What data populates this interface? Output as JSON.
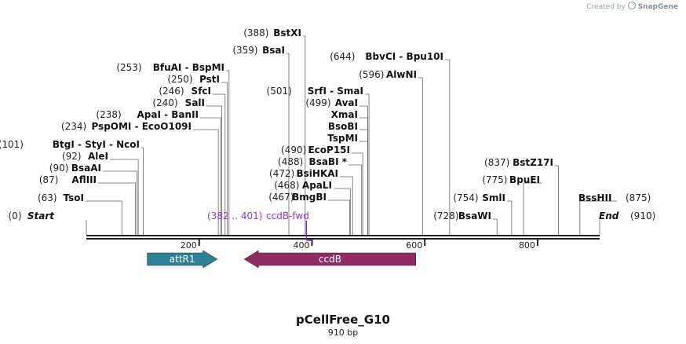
{
  "credit": {
    "prefix": "Created by",
    "brand": "SnapGene"
  },
  "title": "pCellFree_G10",
  "length_label": "910 bp",
  "sequence_length": 910,
  "colors": {
    "backbone": "#222222",
    "leader": "#666666",
    "feature_label": "#9a2fd1",
    "attR1": "#2f7f95",
    "ccdB": "#8f2c63",
    "primer": "#7a2fc4"
  },
  "ticks": [
    {
      "value": 200,
      "label": "200"
    },
    {
      "value": 400,
      "label": "400"
    },
    {
      "value": 600,
      "label": "600"
    },
    {
      "value": 800,
      "label": "800"
    }
  ],
  "sites": [
    {
      "pos": "(0)",
      "name": "Start",
      "at": 0,
      "italic": true
    },
    {
      "pos": "(63)",
      "name": "TsoI",
      "at": 63
    },
    {
      "pos": "(87)",
      "name": "AflIII",
      "at": 87
    },
    {
      "pos": "(90)",
      "name": "BsaAI",
      "at": 90
    },
    {
      "pos": "(92)",
      "name": "AleI",
      "at": 92
    },
    {
      "pos": "(101)",
      "name": "BtgI  - StyI  - NcoI",
      "at": 101
    },
    {
      "pos": "(234)",
      "name": "PspOMI  - EcoO109I",
      "at": 234
    },
    {
      "pos": "(238)",
      "name": "ApaI  - BanII",
      "at": 238
    },
    {
      "pos": "(240)",
      "name": "SalI",
      "at": 240
    },
    {
      "pos": "(246)",
      "name": "SfcI",
      "at": 246
    },
    {
      "pos": "(250)",
      "name": "PstI",
      "at": 250
    },
    {
      "pos": "(253)",
      "name": "BfuAI  - BspMI",
      "at": 253
    },
    {
      "pos": "(359)",
      "name": "BsaI",
      "at": 359
    },
    {
      "pos": "(388)",
      "name": "BstXI",
      "at": 388
    },
    {
      "pos": "(467)",
      "name": "BmgBI",
      "at": 467
    },
    {
      "pos": "(468)",
      "name": "ApaLI",
      "at": 468
    },
    {
      "pos": "(472)",
      "name": "BsiHKAI",
      "at": 472
    },
    {
      "pos": "(488)",
      "name": "BsaBI *",
      "at": 488
    },
    {
      "pos": "(490)",
      "name": "EcoP15I",
      "at": 490
    },
    {
      "pos": "",
      "name": "TspMI",
      "at": 499
    },
    {
      "pos": "",
      "name": "BsoBI",
      "at": 499
    },
    {
      "pos": "",
      "name": "XmaI",
      "at": 499
    },
    {
      "pos": "(499)",
      "name": "AvaI",
      "at": 499
    },
    {
      "pos": "(501)",
      "name": "SrfI  - SmaI",
      "at": 501
    },
    {
      "pos": "(596)",
      "name": "AlwNI",
      "at": 596
    },
    {
      "pos": "(644)",
      "name": "BbvCI  - Bpu10I",
      "at": 644
    },
    {
      "pos": "(728)",
      "name": "BsaWI",
      "at": 728
    },
    {
      "pos": "(754)",
      "name": "SmlI",
      "at": 754
    },
    {
      "pos": "(775)",
      "name": "BpuEI",
      "at": 775
    },
    {
      "pos": "(837)",
      "name": "BstZ17I",
      "at": 837
    },
    {
      "pos": "(875)",
      "name": "BssHII",
      "at": 875
    },
    {
      "pos": "(910)",
      "name": "End",
      "at": 910,
      "italic": true
    }
  ],
  "features": [
    {
      "name": "attR1",
      "start": 108,
      "end": 232,
      "direction": "forward",
      "color": "#2f7f95"
    },
    {
      "name": "ccdB",
      "start": 280,
      "end": 584,
      "direction": "reverse",
      "color": "#8f2c63"
    }
  ],
  "primers": [
    {
      "range": "(382 .. 401)",
      "name": "ccdB-fwd",
      "start": 382,
      "end": 401,
      "color": "#7a2fc4"
    }
  ]
}
